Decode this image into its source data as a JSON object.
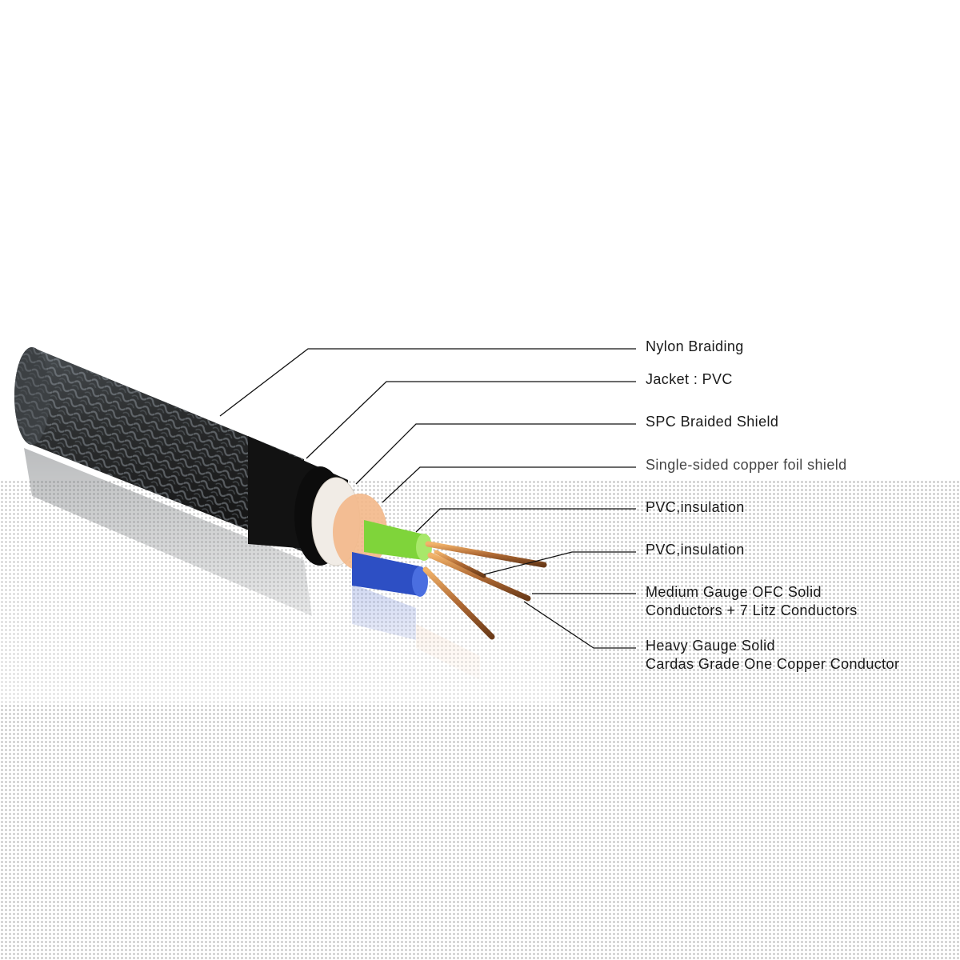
{
  "labels": {
    "nylon_braiding": "Nylon Braiding",
    "jacket": "Jacket : PVC",
    "spc_shield": "SPC Braided Shield",
    "foil_shield": "Single-sided copper foil shield",
    "pvc_insulation_1": "PVC,insulation",
    "pvc_insulation_2": "PVC,insulation",
    "medium_gauge_line1": "Medium Gauge OFC Solid",
    "medium_gauge_line2": "Conductors + 7 Litz Conductors",
    "heavy_gauge_line1": "Heavy Gauge Solid",
    "heavy_gauge_line2": "Cardas Grade One Copper Conductor"
  },
  "colors": {
    "braid_dark": "#2b2d2e",
    "braid_light": "#8a9299",
    "jacket": "#121212",
    "spc_shield": "#f1ece6",
    "foil_shield": "#f3b88a",
    "green_insulation": "#7fd43a",
    "blue_insulation": "#2d4fc4",
    "copper": "#b06a34",
    "leader_line": "#111111"
  }
}
